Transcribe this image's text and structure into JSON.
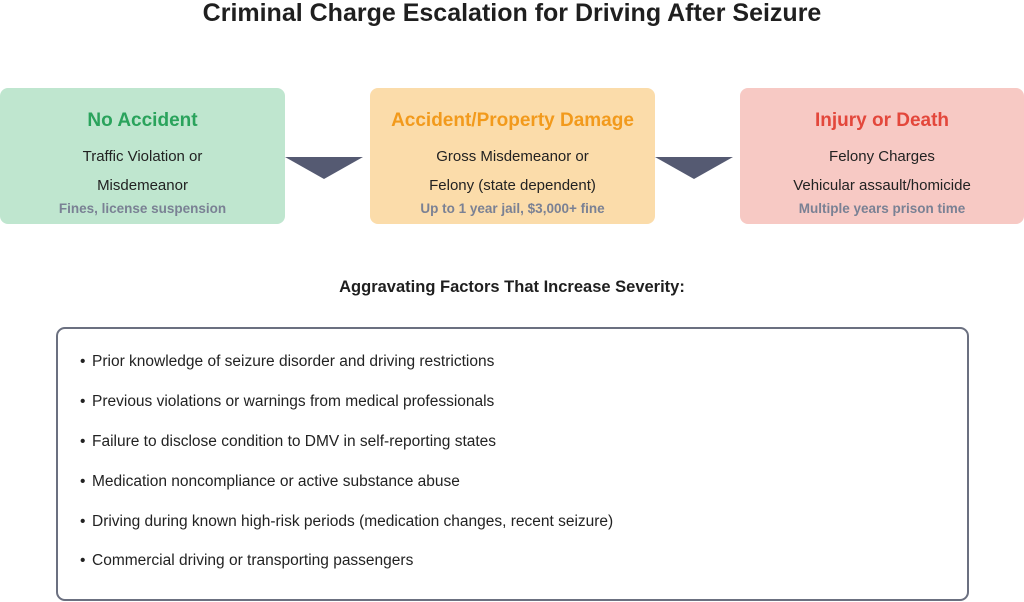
{
  "title": "Criminal Charge Escalation for Driving After Seizure",
  "stages": [
    {
      "title": "No Accident",
      "line1": "Traffic Violation or",
      "line2": "Misdemeanor",
      "note": "Fines, license suspension",
      "background": "#bfe6cf",
      "title_color": "#2aa35c"
    },
    {
      "title": "Accident/Property Damage",
      "line1": "Gross Misdemeanor or",
      "line2": "Felony (state dependent)",
      "note": "Up to 1 year jail, $3,000+ fine",
      "background": "#fbdcaa",
      "title_color": "#f29a1c"
    },
    {
      "title": "Injury or Death",
      "line1": "Felony Charges",
      "line2": "Vehicular assault/homicide",
      "note": "Multiple years prison time",
      "background": "#f7c9c4",
      "title_color": "#e3473b"
    }
  ],
  "arrow_color": "#555a72",
  "factors": {
    "heading": "Aggravating Factors That Increase Severity:",
    "bullet": "•",
    "items": [
      "Prior knowledge of seizure disorder and driving restrictions",
      "Previous violations or warnings from medical professionals",
      "Failure to disclose condition to DMV in self-reporting states",
      "Medication noncompliance or active substance abuse",
      "Driving during known high-risk periods (medication changes, recent seizure)",
      "Commercial driving or transporting passengers"
    ]
  }
}
